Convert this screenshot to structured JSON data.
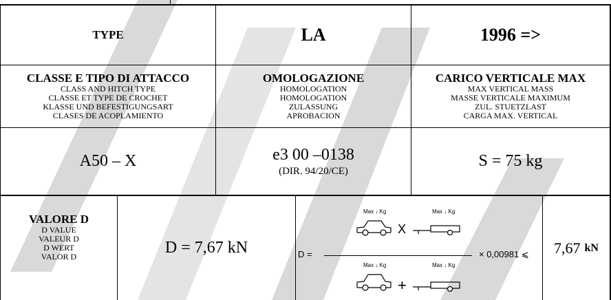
{
  "row_type": {
    "label": "TYPE",
    "model": "LA",
    "years": "1996 =>"
  },
  "classe": {
    "title": "CLASSE E TIPO DI ATTACCO",
    "lines": [
      "CLASS AND HITCH TYPE",
      "CLASSE ET TYPE DE CROCHET",
      "KLASSE UND BEFESTIGUNGSART",
      "CLASES DE ACOPLAMIENTO"
    ],
    "value": "A50 – X"
  },
  "omologazione": {
    "title": "OMOLOGAZIONE",
    "lines": [
      "HOMOLOGATION",
      "HOMOLOGATION",
      "ZULASSUNG",
      "APROBACION"
    ],
    "value": "e3 00 –0138",
    "note": "(DIR. 94/20/CE)"
  },
  "carico": {
    "title": "CARICO VERTICALE MAX",
    "lines": [
      "MAX VERTICAL MASS",
      "MASSE VERTICALE MAXIMUM",
      "ZUL. STUETZLAST",
      "CARGA MAX. VERTICAL"
    ],
    "value": "S = 75 kg"
  },
  "valore_d": {
    "title": "VALORE D",
    "lines": [
      "D VALUE",
      "VALEUR D",
      "D WERT",
      "VALOR D"
    ],
    "value": "D = 7,67 kN"
  },
  "formula": {
    "prefix": "D =",
    "label_top_left": "Max ↓ Kg",
    "label_top_right": "Max ↓ Kg",
    "label_bottom_left": "Max ↓ Kg",
    "label_bottom_right": "Max ↓ Kg",
    "times": "X",
    "plus": "+",
    "factor": "× 0,00981 ⩽"
  },
  "result": {
    "number": "7,67",
    "unit": "kN"
  }
}
